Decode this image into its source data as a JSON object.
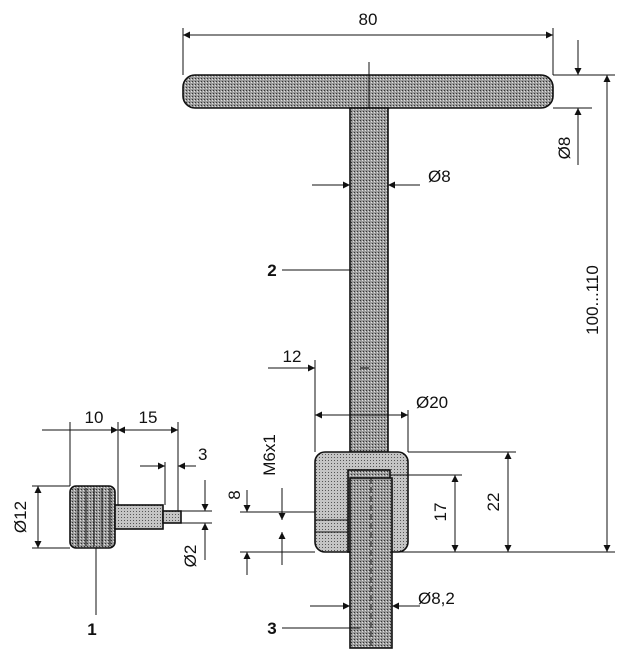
{
  "dimensions": {
    "handle_length": "80",
    "handle_diameter": "Ø8",
    "shaft_diameter": "Ø8",
    "overall_height": "100...110",
    "offset_12": "12",
    "head_diameter": "Ø20",
    "thread": "M6x1",
    "thread_pitch_8": "8",
    "depth_17": "17",
    "head_height": "22",
    "bore_diameter": "Ø8,2",
    "knob_length": "10",
    "stem_length": "15",
    "tip_length": "3",
    "knob_diameter": "Ø12",
    "tip_diameter": "Ø2"
  },
  "labels": {
    "part_1": "1",
    "part_2": "2",
    "part_3": "3"
  },
  "colors": {
    "ink": "#111111",
    "fill": "#8c8c8c",
    "fill_light": "#bdbdbd"
  }
}
